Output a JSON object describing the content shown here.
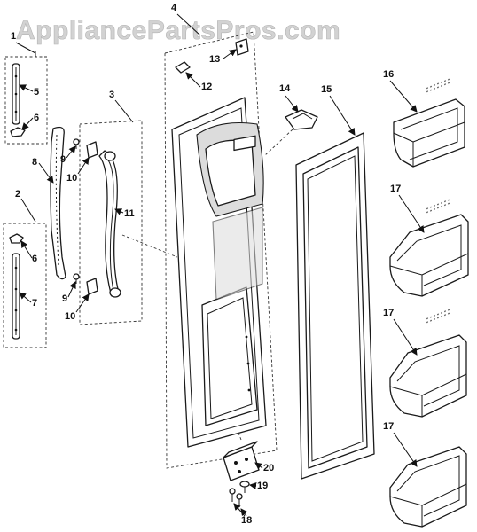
{
  "watermark": "AppliancePartsPros.com",
  "callouts": {
    "c1": "1",
    "c2": "2",
    "c3": "3",
    "c4": "4",
    "c5": "5",
    "c6a": "6",
    "c6b": "6",
    "c7": "7",
    "c8": "8",
    "c9a": "9",
    "c9b": "9",
    "c10a": "10",
    "c10b": "10",
    "c11": "11",
    "c12": "12",
    "c13": "13",
    "c14": "14",
    "c15": "15",
    "c16": "16",
    "c17a": "17",
    "c17b": "17",
    "c17c": "17",
    "c18": "18",
    "c19": "19",
    "c20": "20"
  },
  "colors": {
    "line": "#1a1a1a",
    "watermark": "#d2d2d2",
    "shade": "#dcdcdc"
  }
}
